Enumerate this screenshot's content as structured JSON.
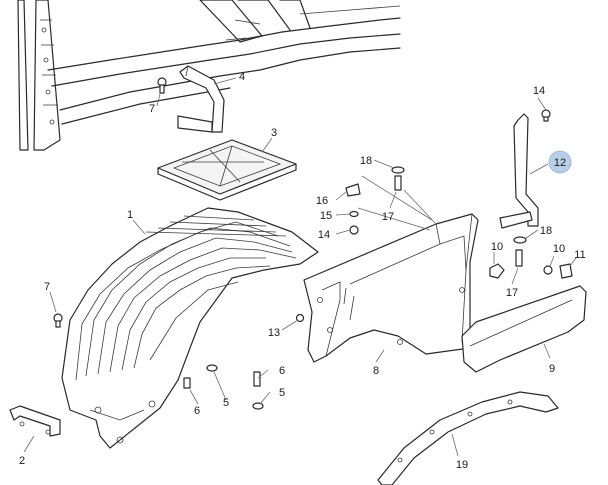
{
  "diagram": {
    "highlight_color": "#b9cfe8",
    "line_color": "#2a2a2a",
    "callouts": [
      {
        "id": "c1",
        "label": "1"
      },
      {
        "id": "c2",
        "label": "2"
      },
      {
        "id": "c3",
        "label": "3"
      },
      {
        "id": "c4",
        "label": "4"
      },
      {
        "id": "c5a",
        "label": "5"
      },
      {
        "id": "c5b",
        "label": "5"
      },
      {
        "id": "c6a",
        "label": "6"
      },
      {
        "id": "c6b",
        "label": "6"
      },
      {
        "id": "c7a",
        "label": "7"
      },
      {
        "id": "c7b",
        "label": "7"
      },
      {
        "id": "c8",
        "label": "8"
      },
      {
        "id": "c9",
        "label": "9"
      },
      {
        "id": "c10a",
        "label": "10"
      },
      {
        "id": "c10b",
        "label": "10"
      },
      {
        "id": "c11",
        "label": "11"
      },
      {
        "id": "c12",
        "label": "12"
      },
      {
        "id": "c13",
        "label": "13"
      },
      {
        "id": "c14a",
        "label": "14"
      },
      {
        "id": "c14b",
        "label": "14"
      },
      {
        "id": "c15",
        "label": "15"
      },
      {
        "id": "c16",
        "label": "16"
      },
      {
        "id": "c17a",
        "label": "17"
      },
      {
        "id": "c17b",
        "label": "17"
      },
      {
        "id": "c18a",
        "label": "18"
      },
      {
        "id": "c18b",
        "label": "18"
      },
      {
        "id": "c19",
        "label": "19"
      }
    ]
  }
}
